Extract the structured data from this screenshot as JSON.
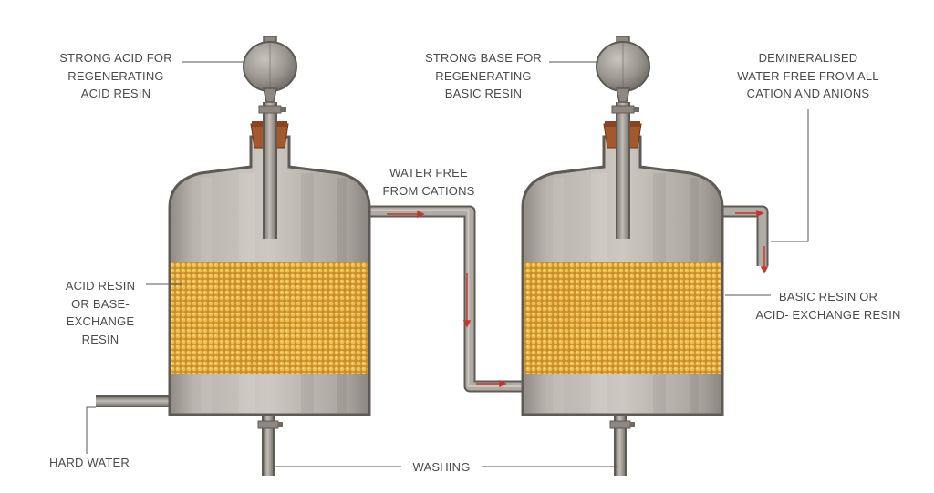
{
  "labels": {
    "strong_acid": [
      "STRONG ACID FOR",
      "REGENERATING",
      "ACID RESIN"
    ],
    "strong_base": [
      "STRONG BASE FOR",
      "REGENERATING",
      "BASIC RESIN"
    ],
    "demineralised": [
      "DEMINERALISED",
      "WATER FREE FROM ALL",
      "CATION AND ANIONS"
    ],
    "water_free_cations": [
      "WATER FREE",
      "FROM CATIONS"
    ],
    "acid_resin": [
      "ACID RESIN",
      "OR BASE-",
      "EXCHANGE",
      "RESIN"
    ],
    "basic_resin": [
      "BASIC RESIN OR",
      "ACID- EXCHANGE RESIN"
    ],
    "hard_water": "HARD WATER",
    "washing": "WASHING"
  },
  "colors": {
    "tank_body": "#b3aea7",
    "tank_outline": "#5e5a55",
    "pipe": "#a29d95",
    "resin": "#d9a13a",
    "cork": "#a5582c",
    "arrow": "#c0392b",
    "leader_line": "#555555"
  }
}
